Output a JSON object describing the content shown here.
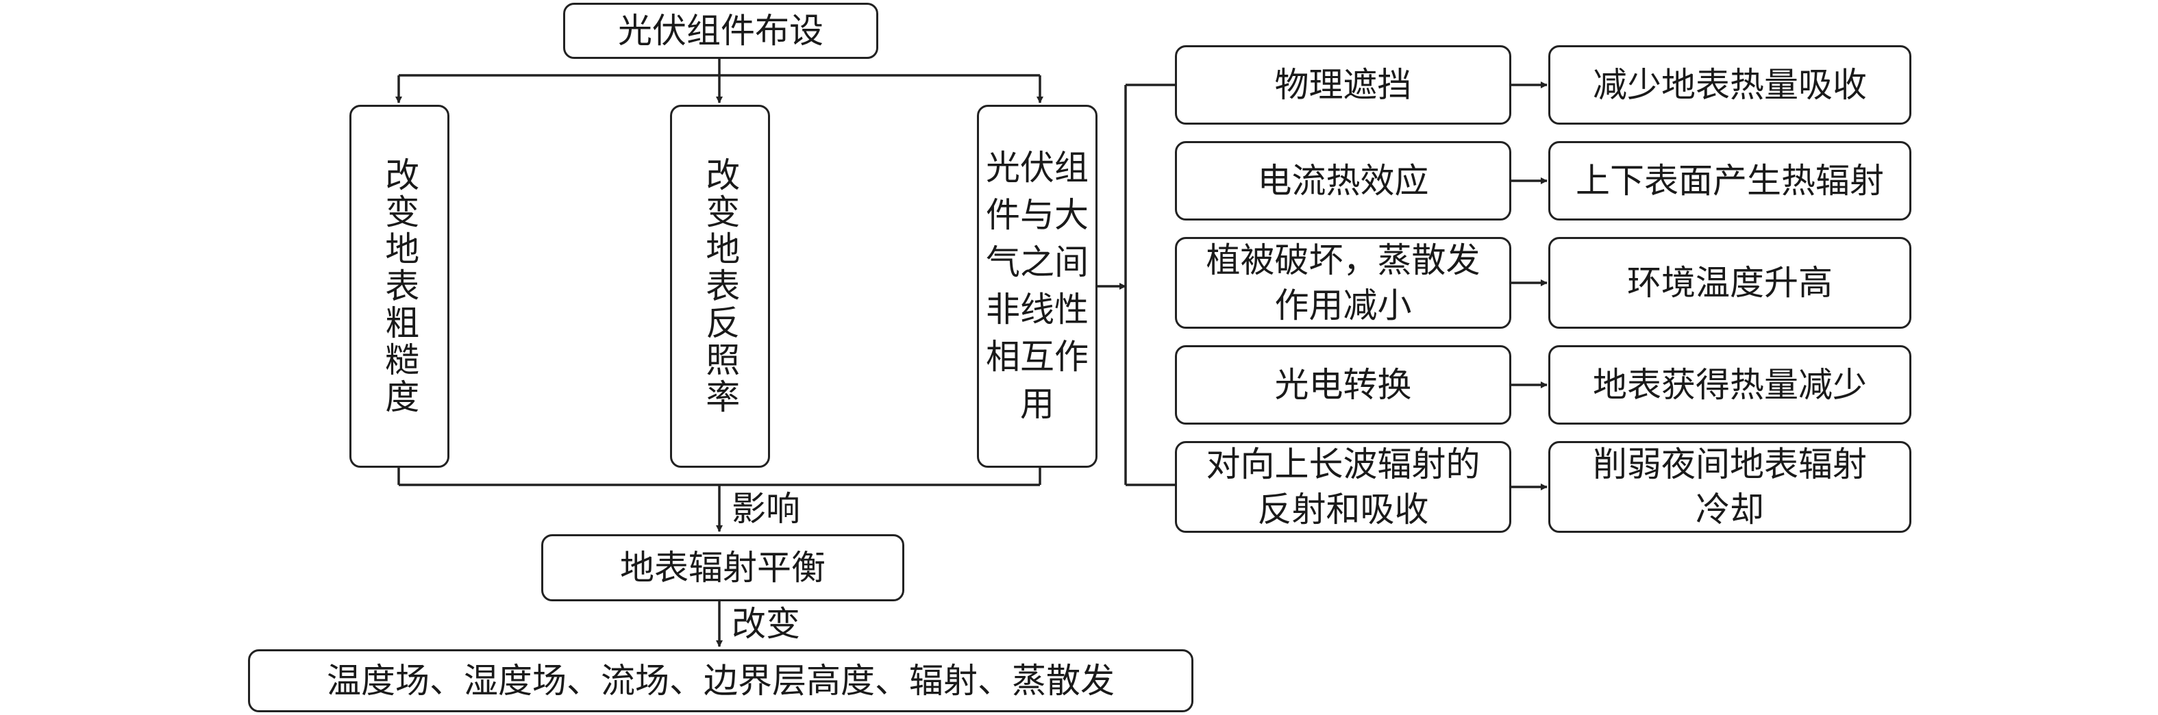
{
  "top": {
    "label": "光伏组件布设"
  },
  "effects": [
    {
      "label": "改变地表粗糙度"
    },
    {
      "label": "改变地表反照率"
    },
    {
      "label": "光伏组件与大气之间非线性相互作用"
    }
  ],
  "mechanisms": [
    {
      "cause": "物理遮挡",
      "result": "减少地表热量吸收"
    },
    {
      "cause": "电流热效应",
      "result": "上下表面产生热辐射"
    },
    {
      "cause": "植被破坏，蒸散发\n作用减小",
      "result": "环境温度升高"
    },
    {
      "cause": "光电转换",
      "result": "地表获得热量减少"
    },
    {
      "cause": "对向上长波辐射的\n反射和吸收",
      "result": "削弱夜间地表辐射\n冷却"
    }
  ],
  "edge_labels": {
    "influence": "影响",
    "change": "改变"
  },
  "balance": {
    "label": "地表辐射平衡"
  },
  "bottom": {
    "label": "温度场、湿度场、流场、边界层高度、辐射、蒸散发"
  }
}
